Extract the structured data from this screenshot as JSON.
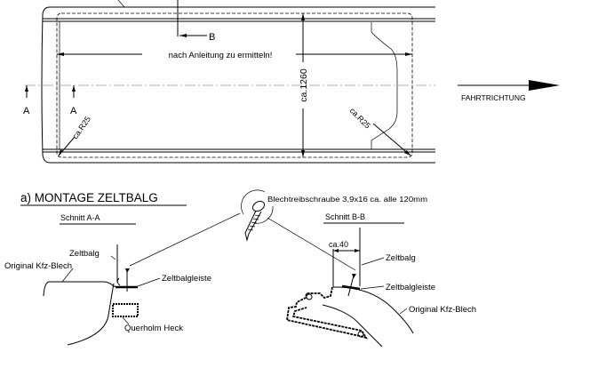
{
  "plan": {
    "dimension_length": "nach Anleitung zu ermitteln!",
    "dimension_width": "ca.1260",
    "radius_left": "ca.R25",
    "radius_right": "ca.R25",
    "section_a_left": "A",
    "section_a_right": "A",
    "section_b": "B",
    "direction": "FAHRTRICHTUNG"
  },
  "section_aa": {
    "heading": "a) MONTAGE ZELTBALG",
    "title": "Schnitt A-A",
    "label_zeltbalg": "Zeltbalg",
    "label_blech": "Original Kfz-Blech",
    "label_leiste": "Zeltbalgleiste",
    "label_querholm": "Querholm Heck"
  },
  "screw": {
    "label": "Blechtreibschraube 3,9x16 ca. alle 120mm"
  },
  "section_bb": {
    "title": "Schnitt B-B",
    "dimension": "ca.40",
    "label_zeltbalg": "Zeltbalg",
    "label_leiste": "Zeltbalgleiste",
    "label_blech": "Original Kfz-Blech"
  }
}
